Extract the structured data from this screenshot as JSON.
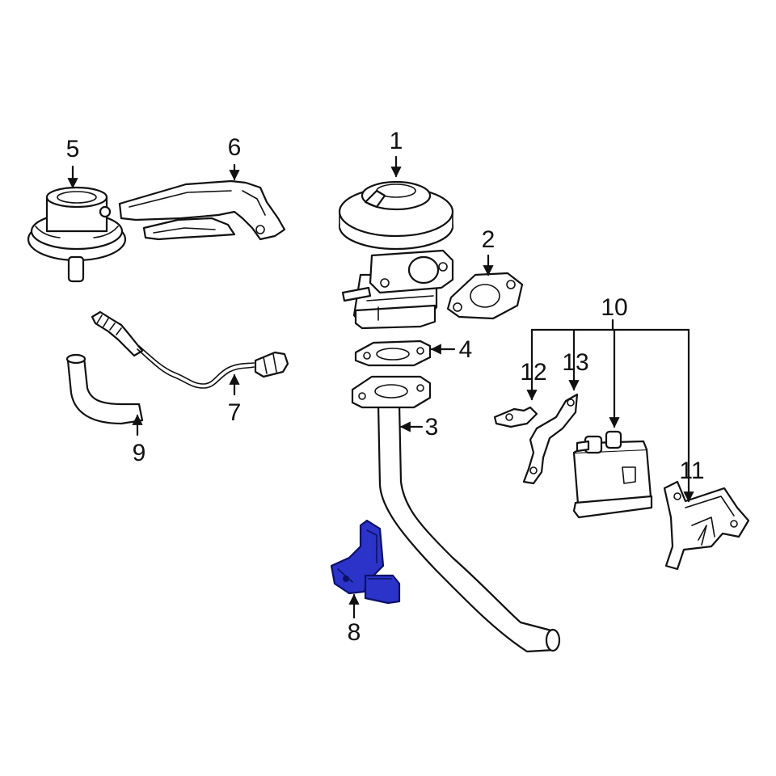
{
  "callouts": {
    "c1": "1",
    "c2": "2",
    "c3": "3",
    "c4": "4",
    "c5": "5",
    "c6": "6",
    "c7": "7",
    "c8": "8",
    "c9": "9",
    "c10": "10",
    "c11": "11",
    "c12": "12",
    "c13": "13"
  },
  "colors": {
    "line": "#111111",
    "highlight_fill": "#2b33c8",
    "highlight_stroke": "#0d1166",
    "background": "#ffffff"
  },
  "highlighted_part": "8"
}
